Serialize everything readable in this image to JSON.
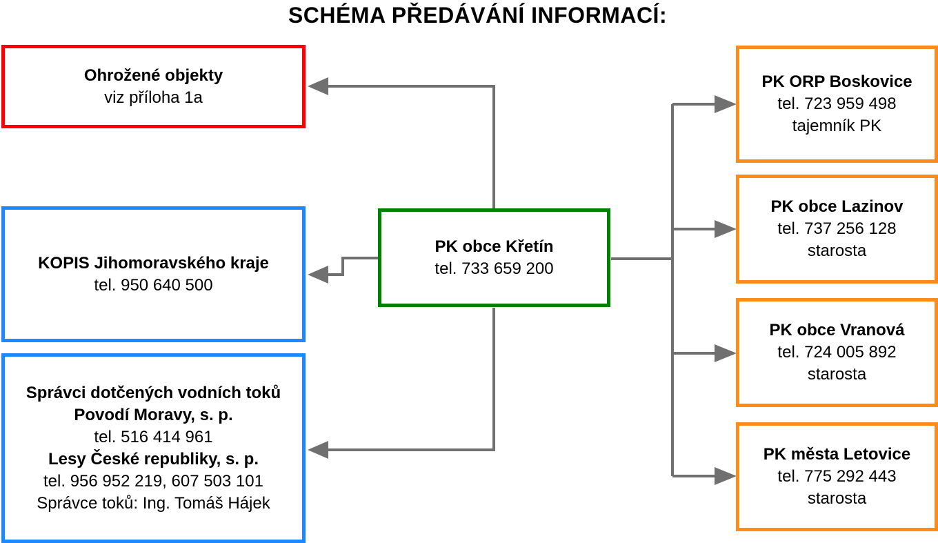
{
  "title": "SCHÉMA PŘEDÁVÁNÍ INFORMACÍ:",
  "colors": {
    "red": "#ff0000",
    "blue": "#1e88ff",
    "green": "#008000",
    "orange": "#ff8c1a",
    "connector": "#707070"
  },
  "center": {
    "name": "PK obce Křetín",
    "phone": "tel. 733 659 200"
  },
  "left": {
    "threatened": {
      "name": "Ohrožené objekty",
      "note": "viz příloha 1a"
    },
    "kopis": {
      "name": "KOPIS Jihomoravského kraje",
      "phone": "tel. 950 640 500"
    },
    "rivers": {
      "heading": "Správci dotčených vodních toků",
      "org1": "Povodí Moravy, s. p.",
      "org1_phone": "tel. 516 414 961",
      "org2": "Lesy České republiky, s. p.",
      "org2_phone": "tel. 956 952 219, 607 503 101",
      "manager": "Správce toků: Ing. Tomáš Hájek"
    }
  },
  "right": [
    {
      "name": "PK ORP Boskovice",
      "phone": "tel. 723 959 498",
      "role": "tajemník PK"
    },
    {
      "name": "PK obce Lazinov",
      "phone": "tel. 737 256 128",
      "role": "starosta"
    },
    {
      "name": "PK obce Vranová",
      "phone": "tel. 724 005 892",
      "role": "starosta"
    },
    {
      "name": "PK města Letovice",
      "phone": "tel. 775 292 443",
      "role": "starosta"
    }
  ]
}
